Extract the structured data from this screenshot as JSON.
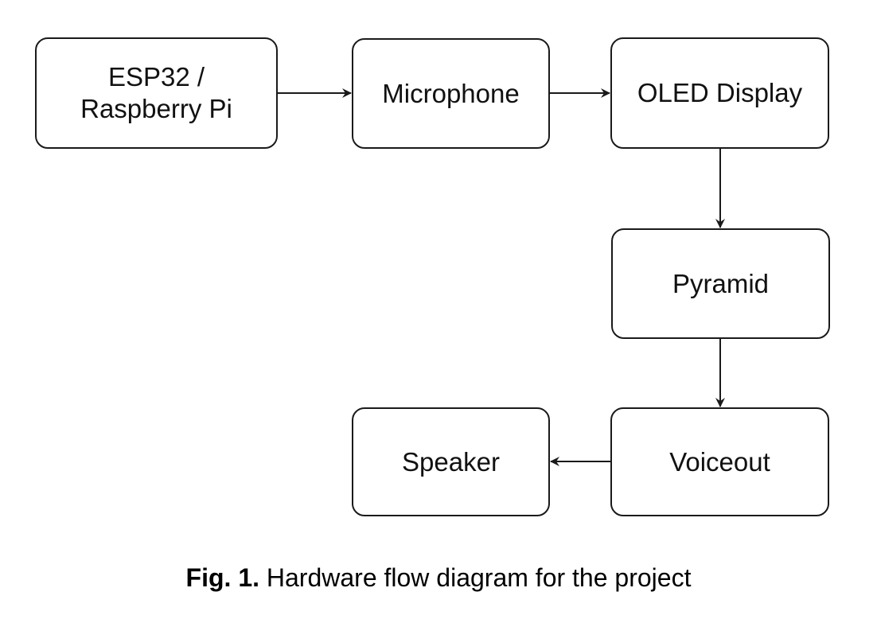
{
  "diagram": {
    "type": "flowchart",
    "nodes": [
      {
        "id": "esp",
        "label": "ESP32 /\nRaspberry Pi"
      },
      {
        "id": "mic",
        "label": "Microphone"
      },
      {
        "id": "oled",
        "label": "OLED Display"
      },
      {
        "id": "pyr",
        "label": "Pyramid"
      },
      {
        "id": "voice",
        "label": "Voiceout"
      },
      {
        "id": "spk",
        "label": "Speaker"
      }
    ],
    "edges": [
      {
        "from": "esp",
        "to": "mic"
      },
      {
        "from": "mic",
        "to": "oled"
      },
      {
        "from": "oled",
        "to": "pyr"
      },
      {
        "from": "pyr",
        "to": "voice"
      },
      {
        "from": "voice",
        "to": "spk"
      }
    ],
    "colors": {
      "stroke": "#1a1a1a",
      "fill": "#ffffff",
      "text": "#111111"
    }
  },
  "caption": {
    "label": "Fig. 1.",
    "text": " Hardware flow diagram for the project"
  }
}
